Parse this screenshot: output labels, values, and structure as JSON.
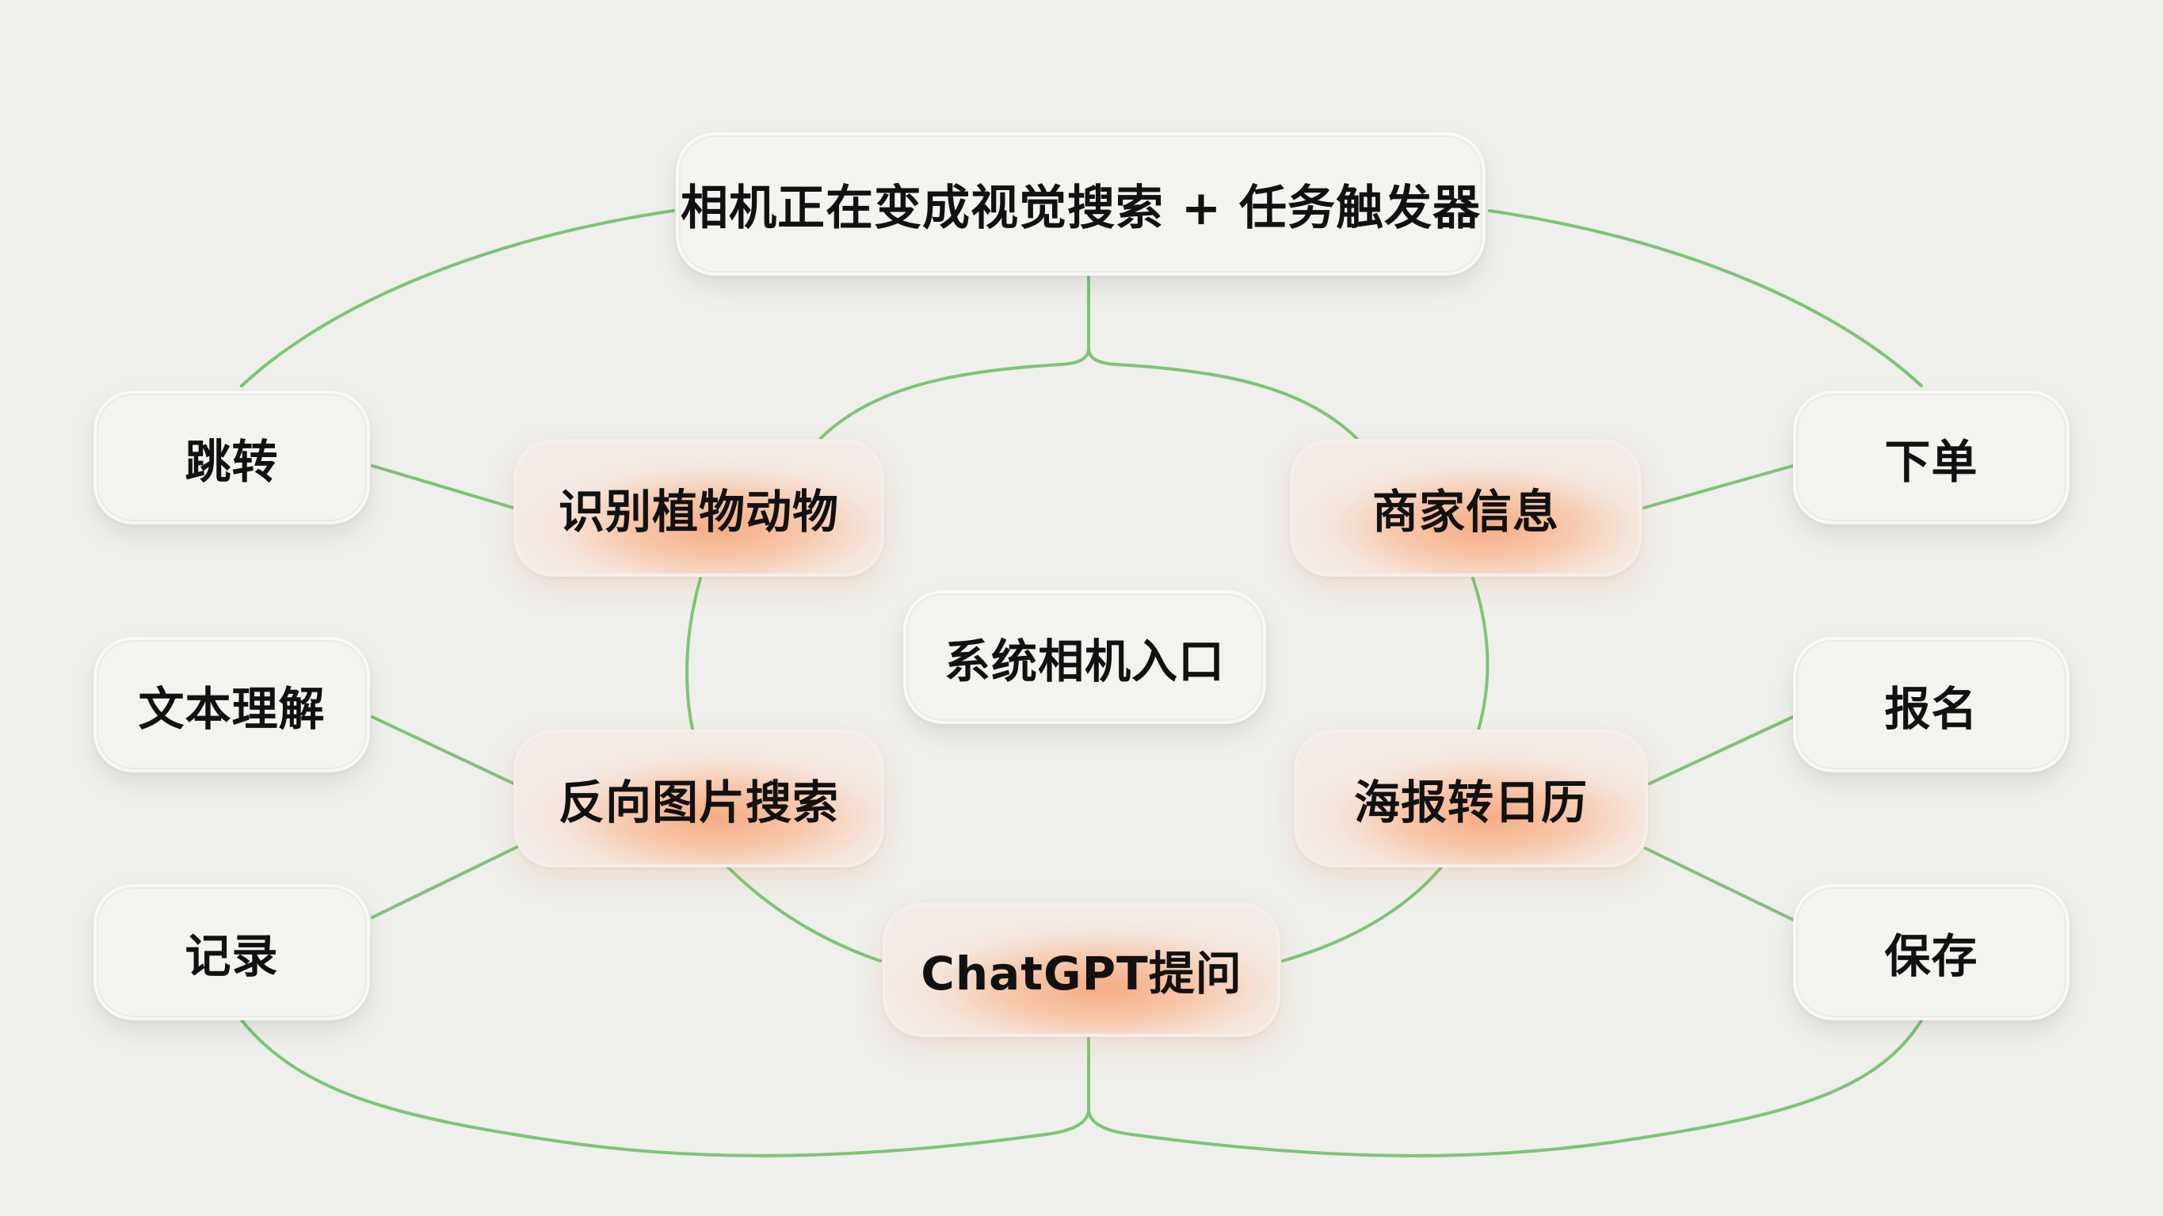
{
  "title": "相机正在变成视觉搜索 + 任务触发器",
  "center": "系统相机入口",
  "features": {
    "identify": "识别植物动物",
    "merchant": "商家信息",
    "reverse_search": "反向图片搜索",
    "poster_calendar": "海报转日历",
    "chatgpt": "ChatGPT提问"
  },
  "actions_left": [
    "跳转",
    "文本理解",
    "记录"
  ],
  "actions_right": [
    "下单",
    "报名",
    "保存"
  ],
  "colors": {
    "link": "#7cc576",
    "highlight": "#f6ac84"
  }
}
